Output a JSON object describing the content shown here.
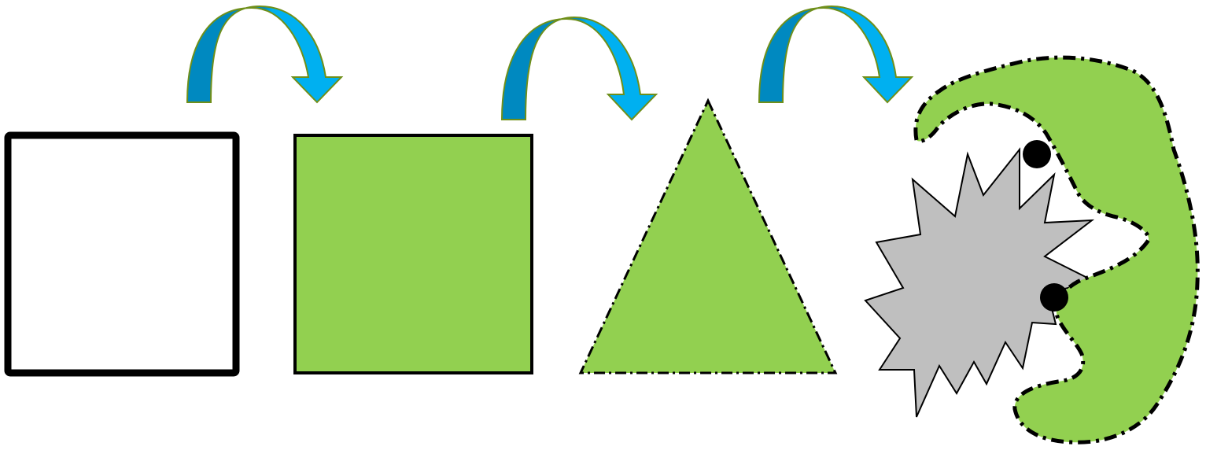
{
  "colors": {
    "background": "#ffffff",
    "outline": "#000000",
    "green_fill": "#92d050",
    "gray_fill": "#bfbfbf",
    "arrow_light": "#00b0f0",
    "arrow_dark": "#0089c0",
    "arrow_outline": "#6f8f1a"
  },
  "icons": {
    "arrows": [
      "curved-arrow-icon",
      "curved-arrow-icon",
      "curved-arrow-icon"
    ],
    "shapes": [
      "empty-square",
      "green-square",
      "green-triangle",
      "green-blob",
      "gray-starburst"
    ]
  }
}
